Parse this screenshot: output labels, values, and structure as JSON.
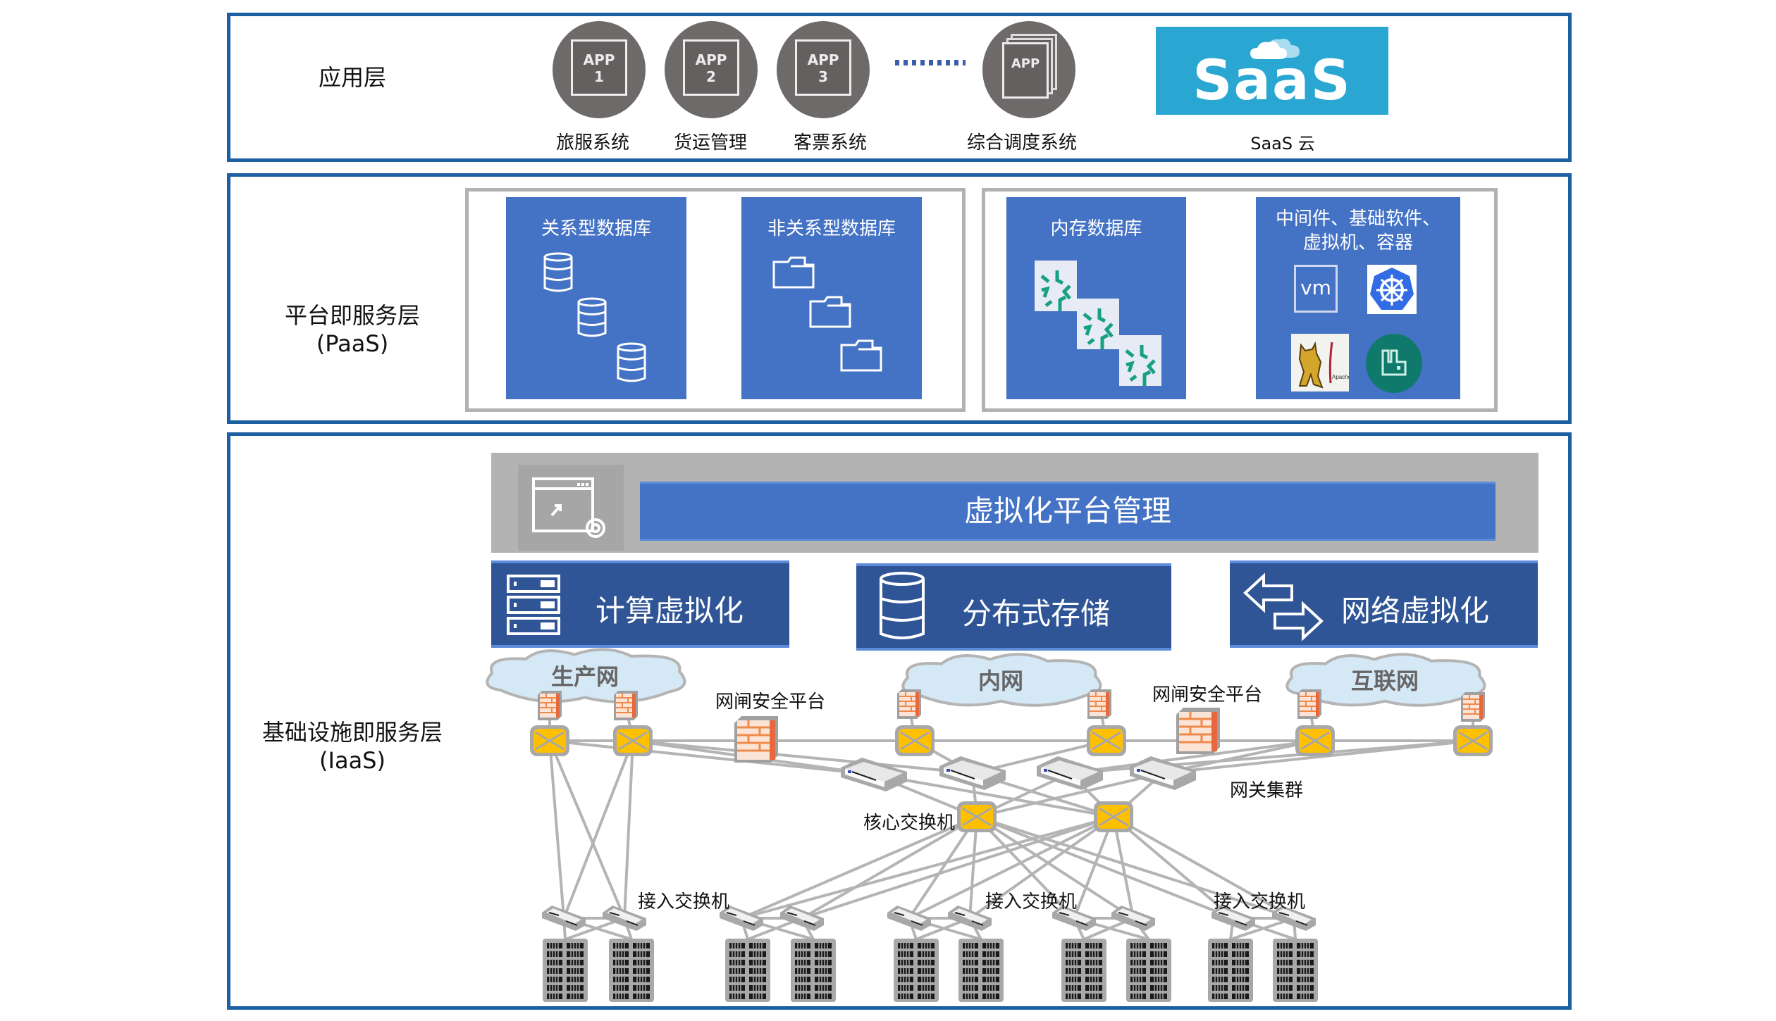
{
  "layers": {
    "application": {
      "label": "应用层",
      "apps": [
        {
          "icon_text_1": "APP",
          "icon_text_2": "1",
          "label": "旅服系统"
        },
        {
          "icon_text_1": "APP",
          "icon_text_2": "2",
          "label": "货运管理"
        },
        {
          "icon_text_1": "APP",
          "icon_text_2": "3",
          "label": "客票系统"
        },
        {
          "icon_text_1": "APP",
          "icon_text_2": "",
          "label": "综合调度系统"
        }
      ],
      "ellipsis": "........",
      "saas": {
        "logo_text": "SaaS",
        "label": "SaaS 云",
        "color": "#29a7d2"
      }
    },
    "paas": {
      "label_line1": "平台即服务层",
      "label_line2": "(PaaS)",
      "cards": [
        {
          "title": "关系型数据库",
          "icon": "database-icon"
        },
        {
          "title": "非关系型数据库",
          "icon": "folder-icon"
        },
        {
          "title": "内存数据库",
          "icon": "memory-db-icon"
        },
        {
          "title_line1": "中间件、基础软件、",
          "title_line2": "虚拟机、容器",
          "icons": [
            "vmware-icon",
            "kubernetes-icon",
            "tomcat-icon",
            "rabbitmq-icon"
          ],
          "vm_text": "vm",
          "apache_text": "Apache"
        }
      ],
      "card_color": "#4472c4"
    },
    "iaas": {
      "label_line1": "基础设施即服务层",
      "label_line2": "(IaaS)",
      "management": "虚拟化平台管理",
      "services": [
        {
          "label": "计算虚拟化",
          "icon": "server-stack-icon"
        },
        {
          "label": "分布式存储",
          "icon": "storage-cylinder-icon"
        },
        {
          "label": "网络虚拟化",
          "icon": "exchange-arrows-icon"
        }
      ],
      "network": {
        "clouds": [
          "生产网",
          "内网",
          "互联网"
        ],
        "security_platform_label": "网闸安全平台",
        "gateway_cluster_label": "网关集群",
        "core_switch_label": "核心交换机",
        "access_switch_label": "接入交换机"
      }
    }
  },
  "colors": {
    "layer_border": "#1c5fa3",
    "frame_gray": "#b2b2b2",
    "service_blue": "#2f5597",
    "router_yellow": "#ffc000",
    "firewall_orange": "#f4b183"
  }
}
